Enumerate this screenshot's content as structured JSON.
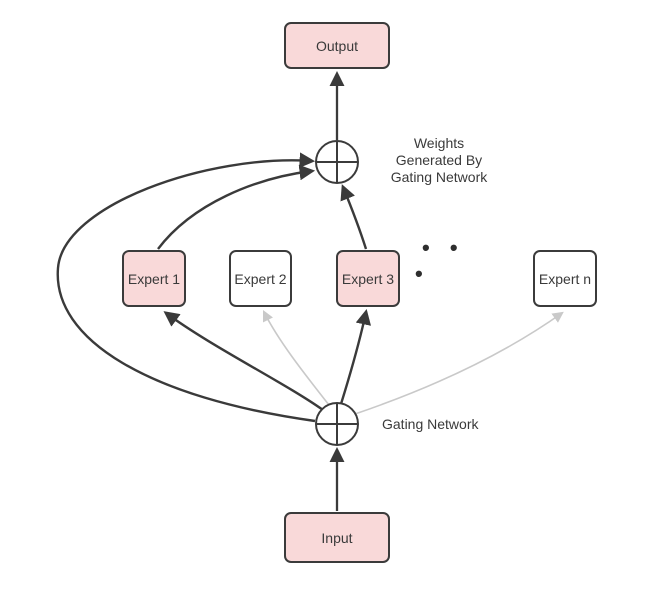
{
  "colors": {
    "box-pink": "#f9d9d9",
    "box-white": "#ffffff",
    "border-dark": "#3b3b3b",
    "arrow-dark": "#3a3a3a",
    "arrow-gray": "#c9c9c9",
    "text": "#3a3a3a",
    "background": "#ffffff"
  },
  "nodes": {
    "output": "Output",
    "input": "Input",
    "experts": [
      {
        "label": "Expert 1",
        "variant": "pink"
      },
      {
        "label": "Expert 2",
        "variant": "white"
      },
      {
        "label": "Expert 3",
        "variant": "pink"
      },
      {
        "label": "Expert n",
        "variant": "white"
      }
    ],
    "ellipsis": "• • •"
  },
  "labels": {
    "top_sum": [
      "Weights",
      "Generated By",
      "Gating Network"
    ],
    "gating": "Gating Network"
  }
}
